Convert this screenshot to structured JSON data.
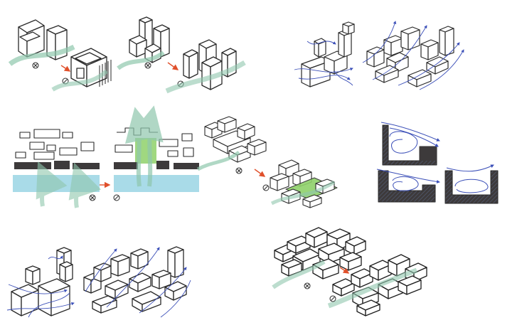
{
  "colors": {
    "background": "#ffffff",
    "outline": "#2a2a2a",
    "block_fill": "#ffffff",
    "dark_block": "#3d3a3b",
    "water": "#a9dbe8",
    "green": "#8fd16a",
    "wind_green": "#8fc7ad",
    "wind_blue": "#3b4fb8",
    "wind_gray": "#b7bcc2",
    "arrow": "#e0502b",
    "section_hatch": "#2f3a52"
  },
  "icons": [
    "prohibited-symbol",
    "permitted-symbol",
    "arrow-right"
  ]
}
